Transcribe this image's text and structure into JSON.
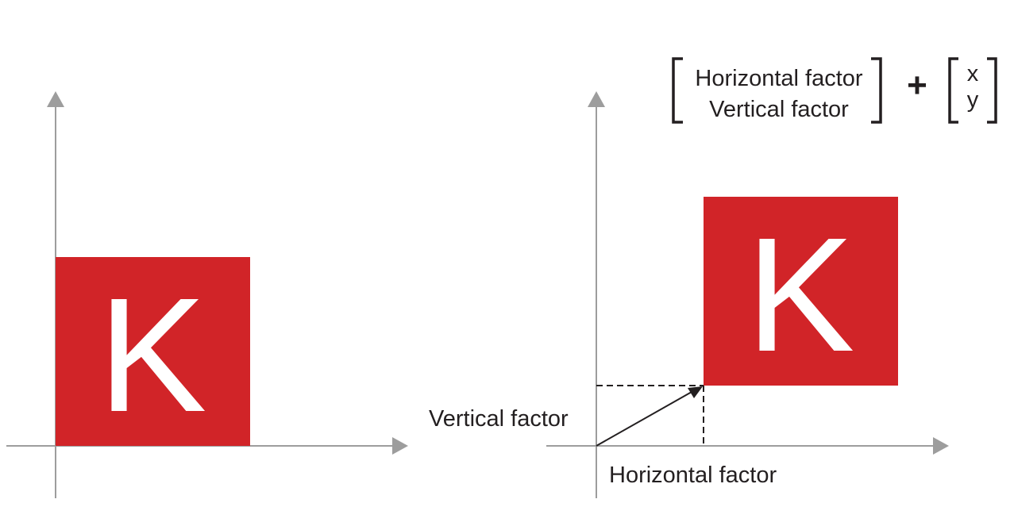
{
  "colors": {
    "axis": "#9d9d9d",
    "box": "#d12428",
    "box_text": "#ffffff",
    "text": "#231f20",
    "arrow": "#231f20"
  },
  "left_panel": {
    "box_letter": "K"
  },
  "right_panel": {
    "box_letter": "K",
    "vertical_label": "Vertical factor",
    "horizontal_label": "Horizontal factor"
  },
  "formula": {
    "vector_a": [
      "Horizontal factor",
      "Vertical factor"
    ],
    "operator": "+",
    "vector_b": [
      "x",
      "y"
    ]
  }
}
